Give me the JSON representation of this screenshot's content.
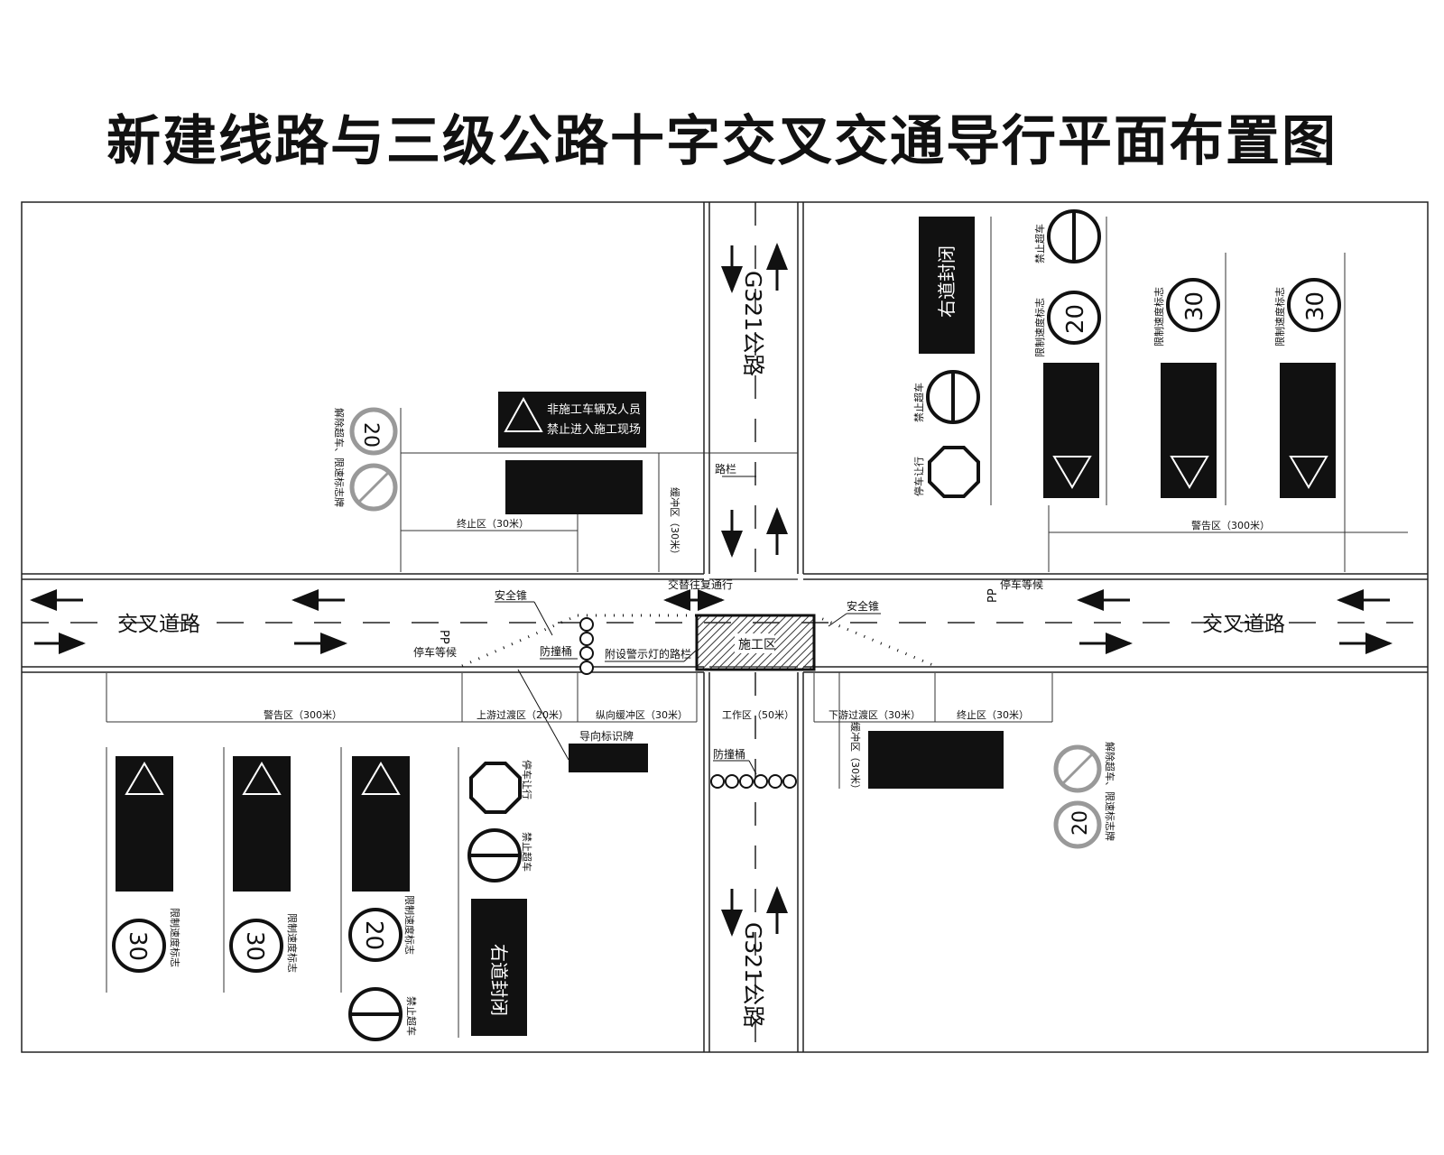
{
  "title": "新建线路与三级公路十字交叉交通导行平面布置图",
  "roads": {
    "highway_north": "G321公路",
    "highway_south": "G321公路",
    "cross_left": "交叉道路",
    "cross_right": "交叉道路"
  },
  "labels": {
    "safety_cone_left": "安全锥",
    "safety_cone_right": "安全锥",
    "anti_collision_barrel": "防撞桶",
    "anti_collision_barrel_south": "防撞桶",
    "barrier_with_lights": "附设警示灯的路栏",
    "alternate_passage": "交替往复通行",
    "guide_sign_board": "导向标识牌",
    "work_zone": "施工区",
    "stop_wait_left": "停车等候",
    "stop_wait_right": "停车等候",
    "barrier_top": "路栏",
    "stop_yield": "停车让行",
    "no_overtaking": "禁止超车",
    "speed_limit_sign": "限制速度标志",
    "lift_restriction": "解除超车、限速标志牌",
    "pp": "PP"
  },
  "notice_sign": {
    "line1": "非施工车辆及人员",
    "line2": "禁止进入施工现场"
  },
  "closure_sign": "右道封闭",
  "zones": {
    "warning_left": "警告区（300米）",
    "upstream_transition": "上游过渡区（20米）",
    "buffer": "纵向缓冲区（30米）",
    "work": "工作区（50米）",
    "downstream_transition": "下游过渡区（30米）",
    "termination": "终止区（30米）",
    "warning_right": "警告区（300米）",
    "termination_top": "终止区（30米）",
    "buffer_vertical": "缓冲区（30米）"
  },
  "speed_limits": [
    "30",
    "30",
    "20"
  ],
  "restriction_lift_speed": "20"
}
